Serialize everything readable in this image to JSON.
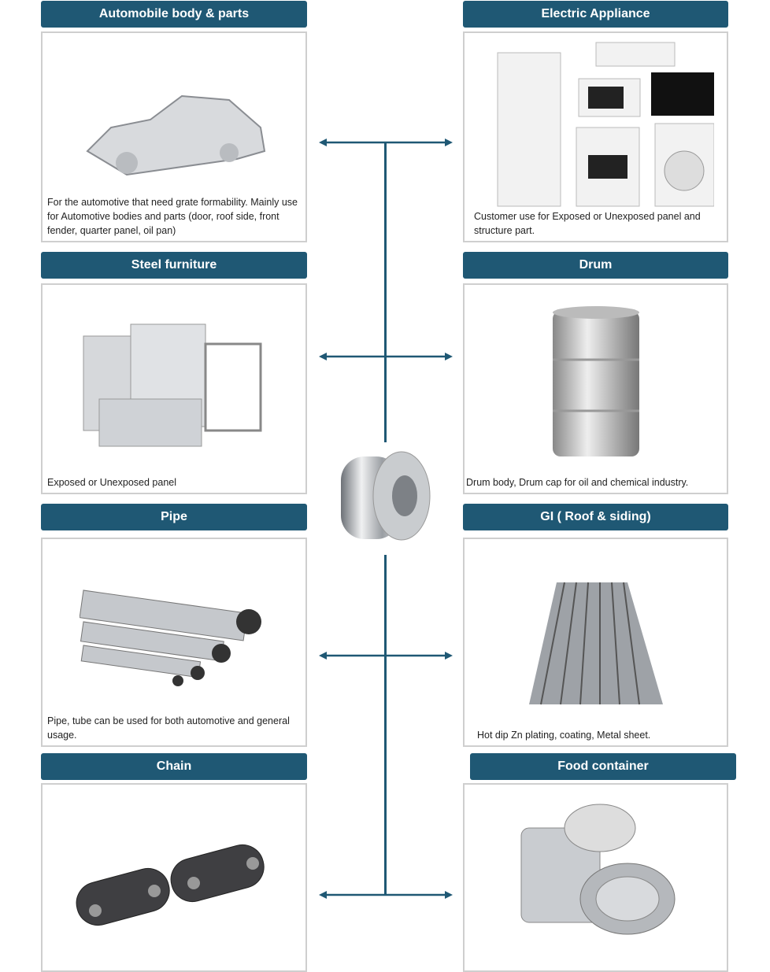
{
  "left": [
    {
      "title": "Automobile body & parts",
      "caption": "For the automotive that need grate formability. Mainly use for Automotive bodies and parts (door, roof side, front fender, quarter panel, oil pan)"
    },
    {
      "title": "Steel furniture",
      "caption": "Exposed or Unexposed panel"
    },
    {
      "title": "Pipe",
      "caption": "Pipe, tube can be used for both automotive and general usage."
    },
    {
      "title": "Chain",
      "caption": ""
    }
  ],
  "right": [
    {
      "title": "Electric Appliance",
      "caption": "Customer use for  Exposed or Unexposed panel and structure part."
    },
    {
      "title": "Drum",
      "caption": "Drum body, Drum cap for oil and chemical industry."
    },
    {
      "title": "GI ( Roof & siding)",
      "caption": "Hot dip Zn plating, coating, Metal sheet."
    },
    {
      "title": "Food container",
      "caption": ""
    }
  ],
  "colors": {
    "header": "#1f5874",
    "line": "#1f5874"
  }
}
